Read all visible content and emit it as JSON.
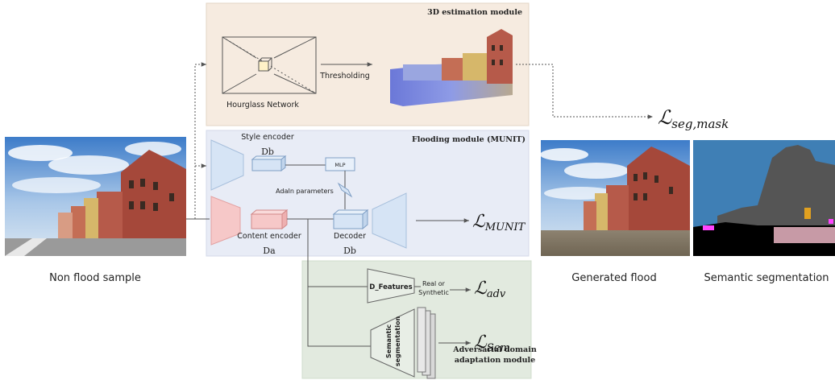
{
  "modules": {
    "estimation_title": "3D estimation module",
    "hourglass_label": "Hourglass Network",
    "thresholding_label": "Thresholding",
    "flooding_title": "Flooding module (MUNIT)",
    "style_encoder_label": "Style encoder",
    "mlp_label": "MLP",
    "adain_label": "AdaIn parameters",
    "content_encoder_label": "Content encoder",
    "decoder_label": "Decoder",
    "adversarial_title_line1": "Adversarial domain",
    "adversarial_title_line2": "adaptation module",
    "d_features_label": "D_Features",
    "real_synth_line1": "Real or",
    "real_synth_line2": "Synthetic",
    "semseg_line1": "Semantic",
    "semseg_line2": "segmentation"
  },
  "domains": {
    "style_sub": "Db",
    "content_sub": "Da",
    "decoder_sub": "Db"
  },
  "losses": {
    "seg_mask_main": "ℒ",
    "seg_mask_sub": "seg,mask",
    "munit_main": "ℒ",
    "munit_sub": "MUNIT",
    "adv_main": "ℒ",
    "adv_sub": "adv",
    "sem_main": "ℒ",
    "sem_sub": "Sem"
  },
  "captions": {
    "non_flood": "Non flood sample",
    "generated_flood": "Generated flood",
    "semantic_segmentation": "Semantic segmentation"
  },
  "colors": {
    "estimation_bg": "#f6ebe0",
    "flooding_bg": "#e8ecf6",
    "adversarial_bg": "#e2eadf",
    "style_blue": "#d6e4f5",
    "content_red": "#f6c8c8",
    "seg_sky": "#3f7fb5",
    "seg_building": "#555555"
  }
}
